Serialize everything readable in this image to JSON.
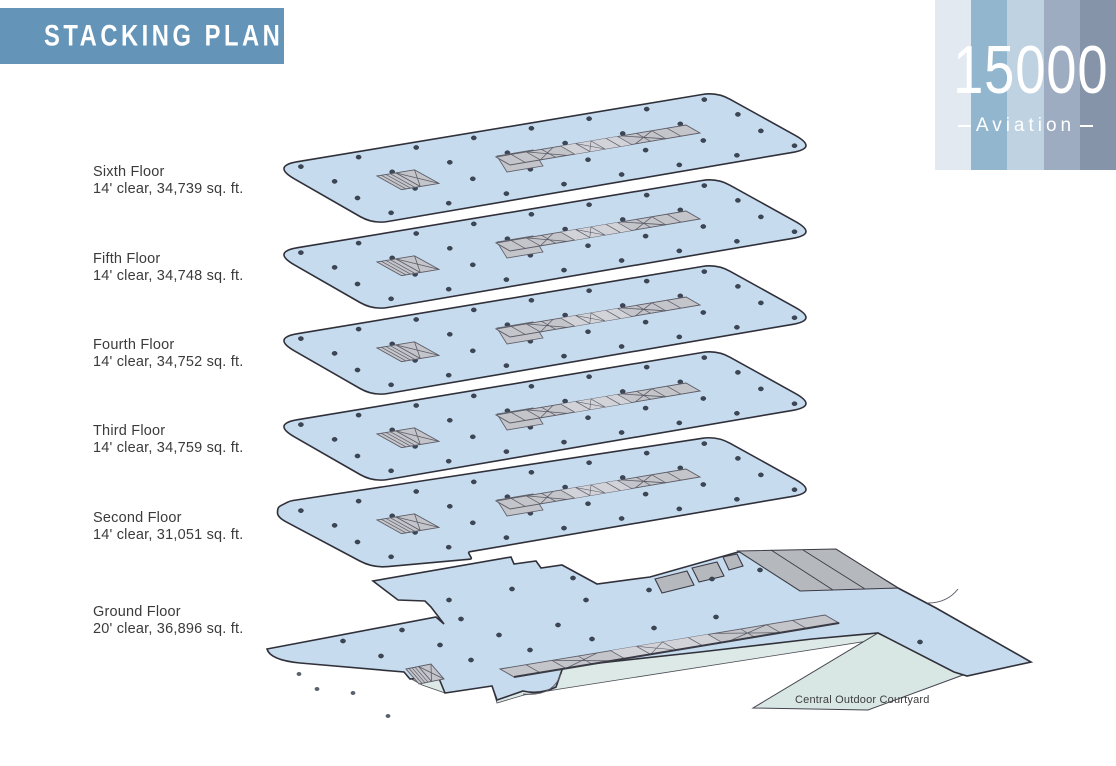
{
  "header": {
    "title": "STACKING PLAN"
  },
  "logo": {
    "number": "15000",
    "name": "Aviation"
  },
  "floors": [
    {
      "name": "Sixth Floor",
      "specs": "14' clear, 34,739 sq. ft."
    },
    {
      "name": "Fifth Floor",
      "specs": "14' clear, 34,748 sq. ft."
    },
    {
      "name": "Fourth Floor",
      "specs": "14' clear, 34,752 sq. ft."
    },
    {
      "name": "Third Floor",
      "specs": "14' clear, 34,759 sq. ft."
    },
    {
      "name": "Second Floor",
      "specs": "14' clear, 31,051 sq. ft."
    },
    {
      "name": "Ground Floor",
      "specs": "20' clear, 36,896 sq. ft."
    }
  ],
  "annotations": {
    "courtyard": "Central Outdoor Courtyard"
  },
  "colors": {
    "header_bg": "#6494b8",
    "plate_fill": "#c6dbee",
    "plate_outline": "#30303a",
    "core_fill": "#c4c4cb",
    "core_room_fill": "#d2d2d9",
    "core_line": "#5c5c66",
    "column_dot": "#3d4654",
    "courtyard_fill": "#d9e7e4",
    "walkway_fill": "#dcE9e6",
    "roof_fill": "#b5b8bd",
    "roof_line": "#3a3a44",
    "label_text": "#3b3b3b",
    "logo_stripes": [
      "#e3e9f0",
      "#93b6cf",
      "#bfd2e1",
      "#9eacc1",
      "#8694aa"
    ]
  }
}
